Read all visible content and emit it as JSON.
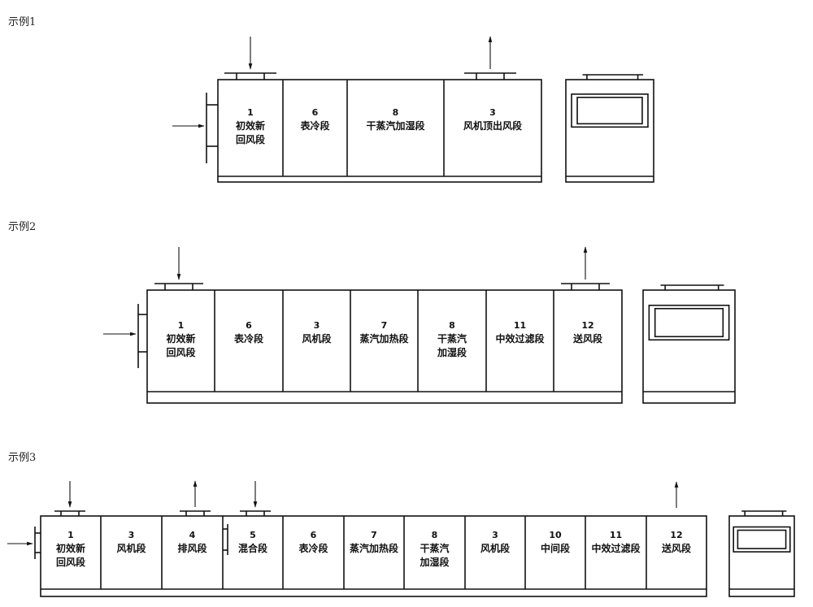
{
  "examples": [
    {
      "caption": "示例1",
      "sections": [
        {
          "num": "1",
          "lines": [
            "初效新",
            "回风段"
          ]
        },
        {
          "num": "6",
          "lines": [
            "表冷段"
          ]
        },
        {
          "num": "8",
          "lines": [
            "干蒸汽加湿段"
          ]
        },
        {
          "num": "3",
          "lines": [
            "风机顶出风段"
          ]
        }
      ],
      "top_ducts": [
        {
          "section_index": 0,
          "flow": "in"
        },
        {
          "section_index": 3,
          "flow": "out"
        }
      ],
      "side_inlets": [
        {
          "section_index": 0,
          "flow": "in",
          "arrow": true
        }
      ]
    },
    {
      "caption": "示例2",
      "sections": [
        {
          "num": "1",
          "lines": [
            "初效新",
            "回风段"
          ]
        },
        {
          "num": "6",
          "lines": [
            "表冷段"
          ]
        },
        {
          "num": "3",
          "lines": [
            "风机段"
          ]
        },
        {
          "num": "7",
          "lines": [
            "蒸汽加热段"
          ]
        },
        {
          "num": "8",
          "lines": [
            "干蒸汽",
            "加湿段"
          ]
        },
        {
          "num": "11",
          "lines": [
            "中效过滤段"
          ]
        },
        {
          "num": "12",
          "lines": [
            "送风段"
          ]
        }
      ],
      "top_ducts": [
        {
          "section_index": 0,
          "flow": "in"
        },
        {
          "section_index": 6,
          "flow": "out"
        }
      ],
      "side_inlets": [
        {
          "section_index": 0,
          "flow": "in",
          "arrow": true
        }
      ]
    },
    {
      "caption": "示例3",
      "sections": [
        {
          "num": "1",
          "lines": [
            "初效新",
            "回风段"
          ]
        },
        {
          "num": "3",
          "lines": [
            "风机段"
          ]
        },
        {
          "num": "4",
          "lines": [
            "排风段"
          ]
        },
        {
          "num": "5",
          "lines": [
            "混合段"
          ]
        },
        {
          "num": "6",
          "lines": [
            "表冷段"
          ]
        },
        {
          "num": "7",
          "lines": [
            "蒸汽加热段"
          ]
        },
        {
          "num": "8",
          "lines": [
            "干蒸汽",
            "加湿段"
          ]
        },
        {
          "num": "3",
          "lines": [
            "风机段"
          ]
        },
        {
          "num": "10",
          "lines": [
            "中间段"
          ]
        },
        {
          "num": "11",
          "lines": [
            "中效过滤段"
          ]
        },
        {
          "num": "12",
          "lines": [
            "送风段"
          ]
        }
      ],
      "top_ducts": [
        {
          "section_index": 0,
          "flow": "in"
        },
        {
          "section_index": 2,
          "flow": "out"
        },
        {
          "section_index": 3,
          "flow": "in"
        },
        {
          "section_index": 10,
          "flow": "out",
          "plate": false
        }
      ],
      "side_inlets": [
        {
          "section_index": 0,
          "flow": "in",
          "arrow": true
        },
        {
          "section_index": 3,
          "flow": "in",
          "arrow": false
        }
      ]
    }
  ]
}
